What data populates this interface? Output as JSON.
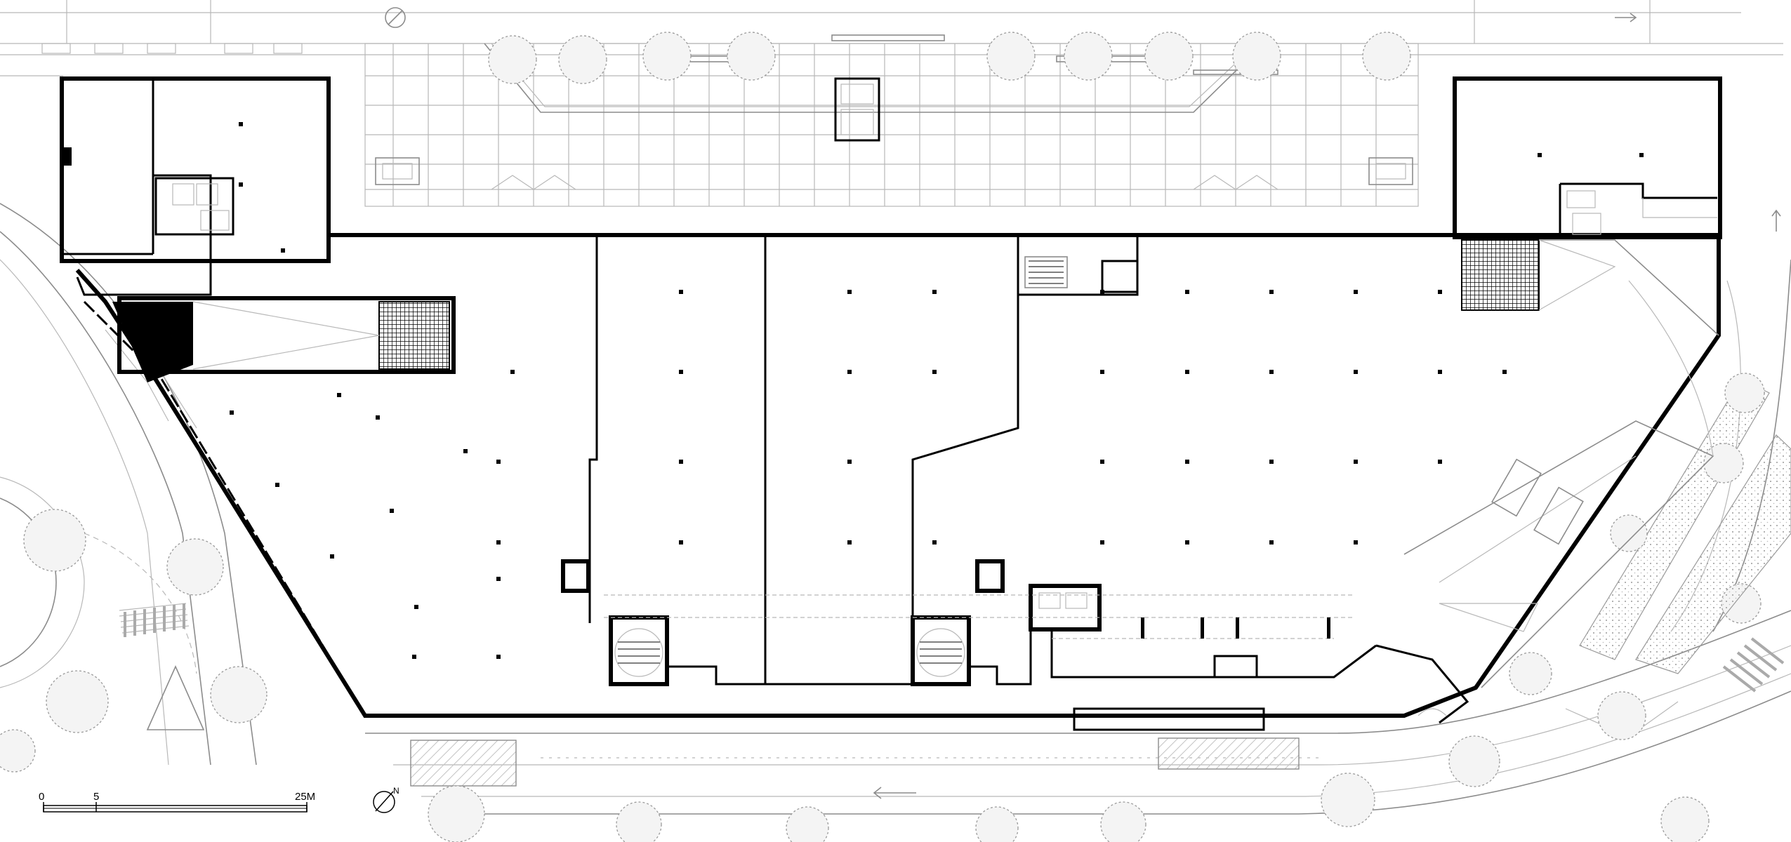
{
  "drawing": {
    "type": "architectural-floor-plan",
    "line_color": "#000000",
    "secondary_line_color": "#b0b0b0",
    "background": "#ffffff"
  },
  "scale_bar": {
    "tick_labels": [
      "0",
      "5",
      "25M"
    ]
  },
  "north_arrow": {
    "letter": "N",
    "icon": "north-arrow-icon"
  }
}
